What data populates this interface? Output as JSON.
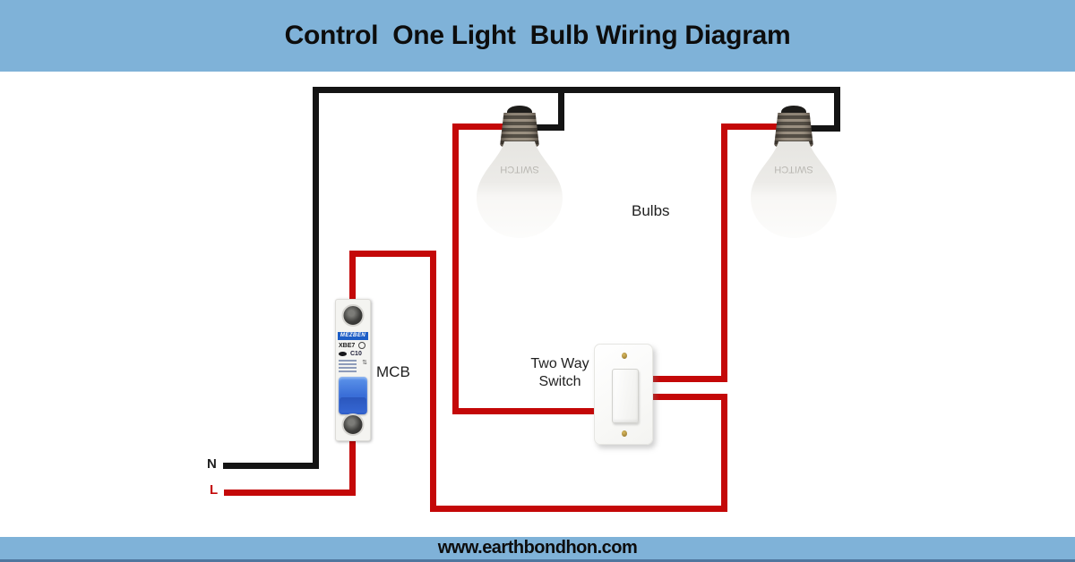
{
  "header": {
    "title": "Control  One Light  Bulb Wiring Diagram"
  },
  "footer": {
    "url": "www.earthbondhon.com"
  },
  "colors": {
    "panel_blue": "#7fb2d8",
    "footer_edge": "#50779f",
    "live": "#c40808",
    "neutral": "#141414",
    "mcb_band_blue": "#1d5ec6",
    "mcb_toggle_blue": "#3b6fd8",
    "brass": "#a9882f"
  },
  "labels": {
    "neutral": "N",
    "live": "L",
    "mcb": "MCB",
    "bulbs": "Bulbs",
    "switch_line1": "Two Way",
    "switch_line2": "Switch"
  },
  "mcb": {
    "brand": "MEZBEN",
    "model": "XBE7",
    "rating": "C10"
  },
  "bulb": {
    "brand": "SWITCH"
  },
  "wires": [
    {
      "name": "neutral-wire",
      "color": "neutral",
      "rects": [
        [
          249,
          517,
          107,
          7
        ],
        [
          349,
          97,
          7,
          427
        ],
        [
          349,
          97,
          589,
          7
        ],
        [
          623,
          97,
          7,
          49
        ],
        [
          592,
          139,
          38,
          7
        ],
        [
          931,
          97,
          7,
          50
        ],
        [
          900,
          140,
          38,
          7
        ]
      ]
    },
    {
      "name": "live-wire",
      "color": "live",
      "rects": [
        [
          250,
          547,
          147,
          7
        ],
        [
          390,
          488,
          7,
          66
        ],
        [
          390,
          280,
          7,
          60
        ],
        [
          390,
          280,
          97,
          7
        ],
        [
          480,
          280,
          7,
          292
        ],
        [
          480,
          565,
          332,
          7
        ],
        [
          805,
          440,
          7,
          132
        ],
        [
          726,
          440,
          86,
          7
        ],
        [
          726,
          420,
          86,
          7
        ],
        [
          805,
          138,
          7,
          289
        ],
        [
          805,
          138,
          73,
          7
        ],
        [
          505,
          138,
          7,
          325
        ],
        [
          505,
          138,
          57,
          7
        ],
        [
          505,
          456,
          163,
          7
        ]
      ]
    }
  ]
}
